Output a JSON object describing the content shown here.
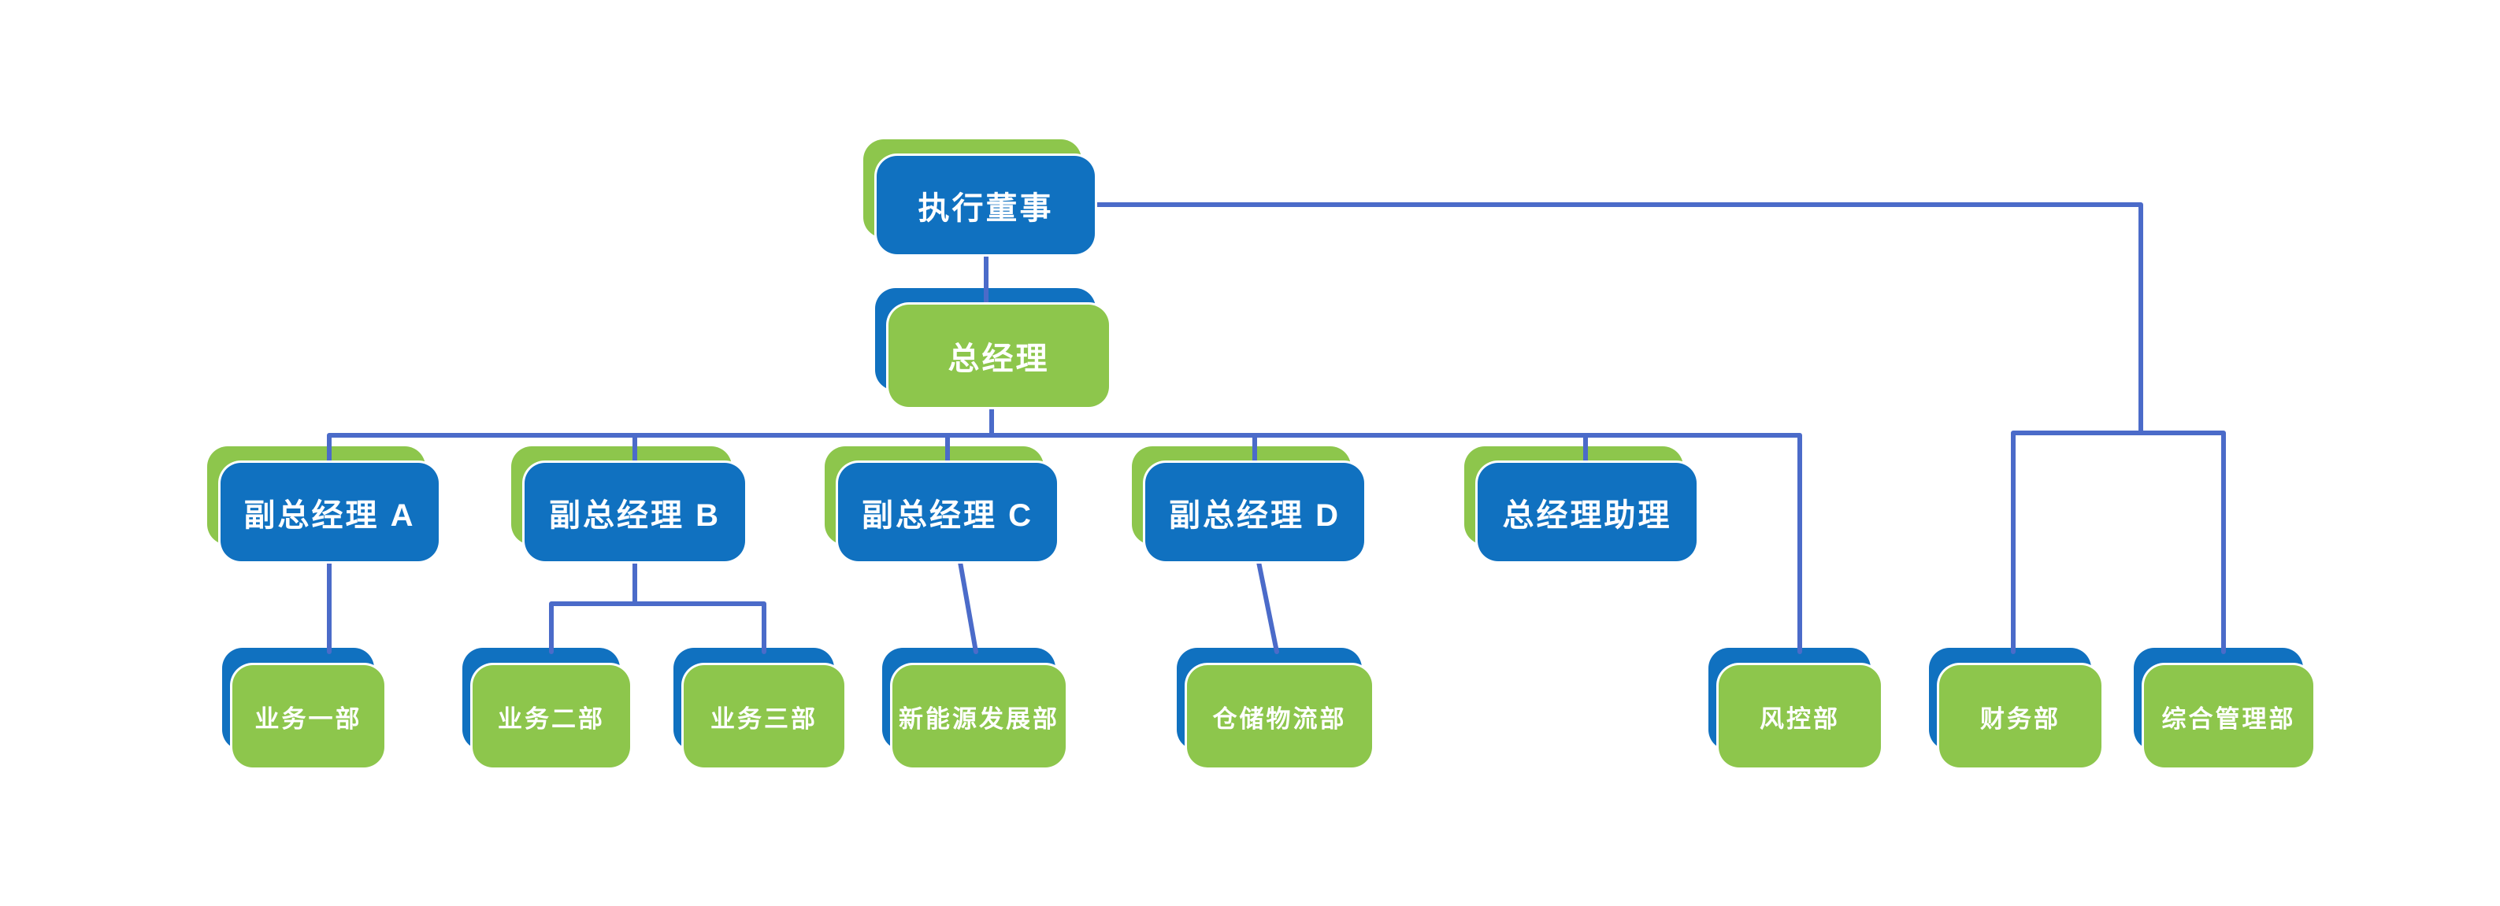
{
  "diagram": {
    "type": "org-chart",
    "background": "#ffffff",
    "colors": {
      "box_blue": "#1071c0",
      "box_green": "#8dc64c",
      "connector_blue": "#4b6bc9",
      "label_text": "#ffffff"
    },
    "nodes": [
      {
        "id": "executive-director",
        "label": "执行董事",
        "level": 1,
        "style": "blue",
        "parent": null
      },
      {
        "id": "general-manager",
        "label": "总经理",
        "level": 2,
        "style": "green",
        "parent": "executive-director"
      },
      {
        "id": "deputy-gm-a",
        "label": "副总经理 A",
        "level": 3,
        "style": "blue",
        "parent": "general-manager"
      },
      {
        "id": "deputy-gm-b",
        "label": "副总经理 B",
        "level": 3,
        "style": "blue",
        "parent": "general-manager"
      },
      {
        "id": "deputy-gm-c",
        "label": "副总经理 C",
        "level": 3,
        "style": "blue",
        "parent": "general-manager"
      },
      {
        "id": "deputy-gm-d",
        "label": "副总经理 D",
        "level": 3,
        "style": "blue",
        "parent": "general-manager"
      },
      {
        "id": "gm-assistant",
        "label": "总经理助理",
        "level": 3,
        "style": "blue",
        "parent": "general-manager"
      },
      {
        "id": "business-dept-1",
        "label": "业务一部",
        "level": 4,
        "style": "green",
        "parent": "deputy-gm-a"
      },
      {
        "id": "business-dept-2",
        "label": "业务二部",
        "level": 4,
        "style": "green",
        "parent": "deputy-gm-b"
      },
      {
        "id": "business-dept-3",
        "label": "业务三部",
        "level": 4,
        "style": "green",
        "parent": "deputy-gm-b"
      },
      {
        "id": "new-energy-development-dept",
        "label": "新能源发展部",
        "level": 4,
        "style": "green",
        "parent": "deputy-gm-c"
      },
      {
        "id": "warehouse-logistics-dept",
        "label": "仓储物流部",
        "level": 4,
        "style": "green",
        "parent": "deputy-gm-d"
      },
      {
        "id": "risk-control-dept",
        "label": "风控部",
        "level": 4,
        "style": "green",
        "parent": "general-manager"
      },
      {
        "id": "finance-dept",
        "label": "财务部",
        "level": 4,
        "style": "green",
        "parent": "executive-director"
      },
      {
        "id": "general-admin-dept",
        "label": "综合管理部",
        "level": 4,
        "style": "green",
        "parent": "executive-director"
      }
    ]
  }
}
